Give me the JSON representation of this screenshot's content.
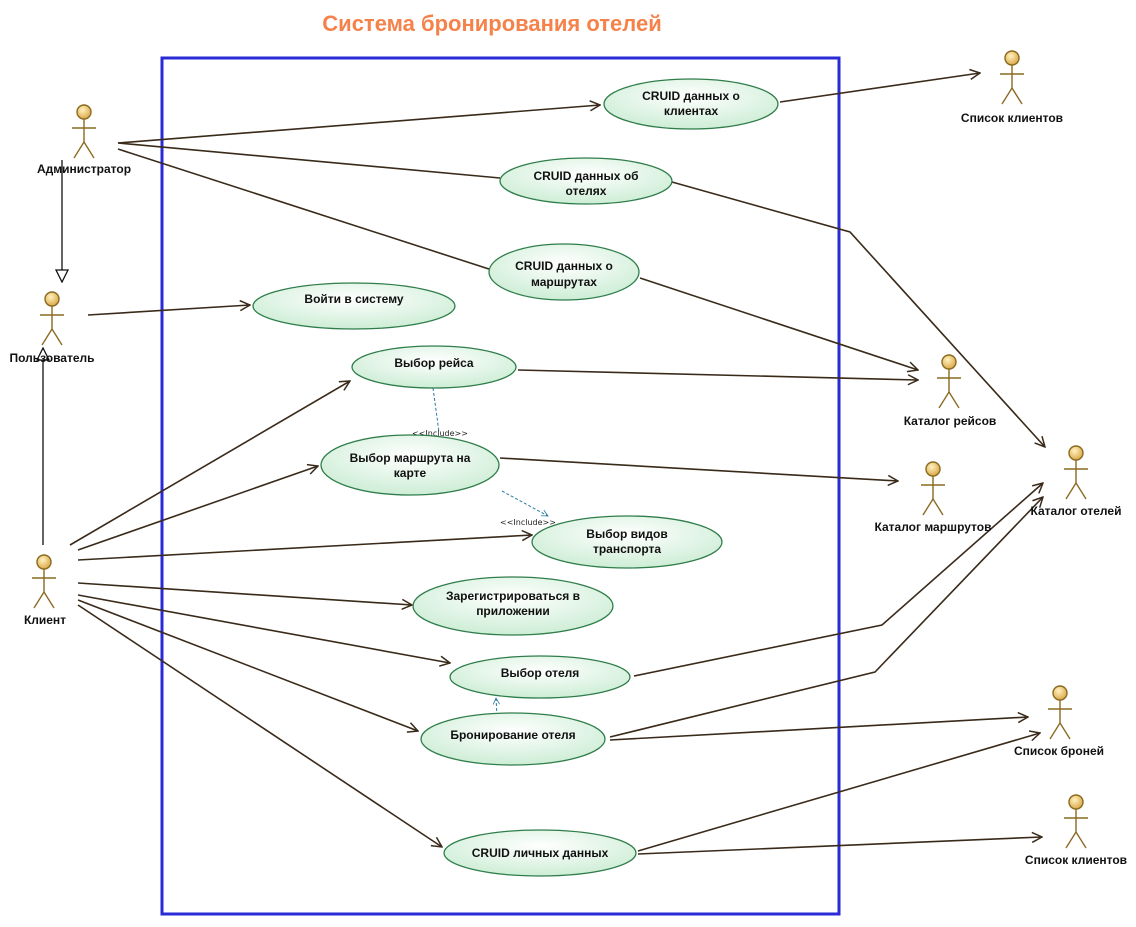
{
  "diagram": {
    "title": "Система бронирования отелей",
    "include_label": "<<Include>>",
    "use_cases": {
      "crud_clients": [
        "CRUID данных о",
        "клиентах"
      ],
      "crud_hotels": [
        "CRUID данных об",
        "отелях"
      ],
      "crud_routes": [
        "CRUID данных о",
        "маршрутах"
      ],
      "login": [
        "Войти в систему"
      ],
      "select_flight": [
        "Выбор рейса"
      ],
      "select_route_map": [
        "Выбор маршрута на",
        "карте"
      ],
      "select_transport": [
        "Выбор видов",
        "транспорта"
      ],
      "register": [
        "Зарегистрироваться в",
        "приложении"
      ],
      "select_hotel": [
        "Выбор отеля"
      ],
      "book_hotel": [
        "Бронирование отеля"
      ],
      "crud_personal": [
        "CRUID личных данных"
      ]
    },
    "actors": {
      "admin": "Администратор",
      "user": "Пользователь",
      "client": "Клиент",
      "clients_list_top": "Список клиентов",
      "flights_catalog": "Каталог рейсов",
      "routes_catalog": "Каталог маршрутов",
      "hotels_catalog": "Каталог отелей",
      "bookings_list": "Список броней",
      "clients_list_bottom": "Список клиентов"
    },
    "colors": {
      "title": "#f5824a",
      "boundary": "#2a2ad6",
      "use_case_fill": "#dff5e4",
      "use_case_stroke": "#2f7d4a",
      "actor": "#d9a441"
    }
  }
}
